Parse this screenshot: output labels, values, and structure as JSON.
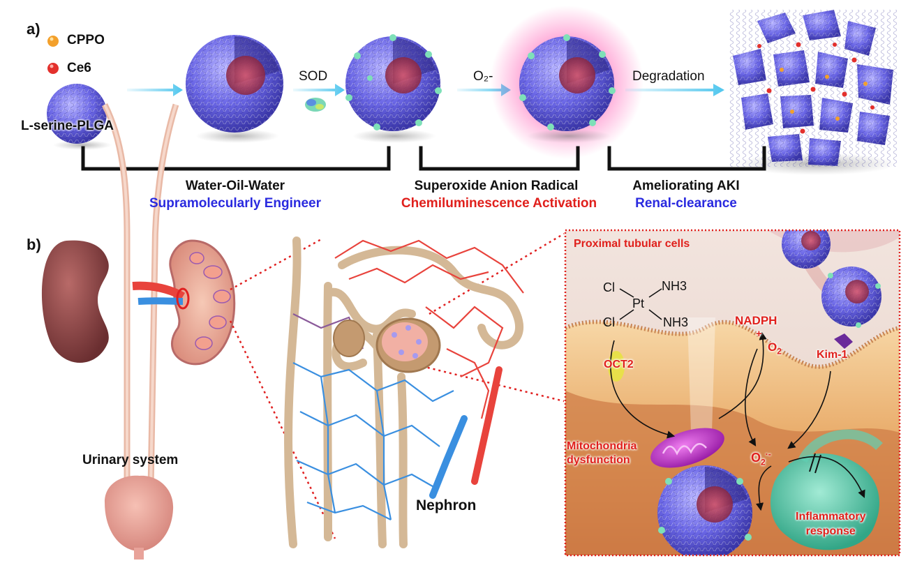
{
  "panel_a": {
    "label": "a)",
    "legend": [
      {
        "name": "CPPO",
        "color": "#f3a02b"
      },
      {
        "name": "Ce6",
        "color": "#e3302c"
      }
    ],
    "particle_label": "L-serine-PLGA",
    "steps": [
      {
        "label": ""
      },
      {
        "label": "SOD"
      },
      {
        "label": "O₂-"
      },
      {
        "label": "Degradation"
      }
    ],
    "brackets": [
      {
        "title": "Water-Oil-Water",
        "subtitle": "Supramolecularly Engineer",
        "subtitle_color": "#2a2adf"
      },
      {
        "title": "Superoxide Anion Radical",
        "subtitle": "Chemiluminescence Activation",
        "subtitle_color": "#e0201c"
      },
      {
        "title": "Ameliorating AKI",
        "subtitle": "Renal-clearance",
        "subtitle_color": "#2a2adf"
      }
    ]
  },
  "panel_b": {
    "label": "b)",
    "urinary_label": "Urinary system",
    "nephron_label": "Nephron",
    "inset": {
      "title": "Proximal tubular cells",
      "cisplatin": {
        "metal": "Pt",
        "ligands": [
          "Cl",
          "Cl",
          "NH3",
          "NH3"
        ]
      },
      "labels": {
        "nadph": "NADPH",
        "plus": "+",
        "o2": "O",
        "o2_sub": "2",
        "oct2": "OCT2",
        "kim1": "Kim-1",
        "mito_line1": "Mitochondria",
        "mito_line2": "dysfunction",
        "superoxide": "O",
        "superoxide_sub": "2",
        "superoxide_sup": "·-",
        "inflam_line1": "Inflammatory",
        "inflam_line2": "response"
      }
    }
  },
  "colors": {
    "nanoparticle": "#6b67e6",
    "core": "#c53a4a",
    "arrow": "#4fc6ee",
    "bracket": "#111111",
    "red_text": "#e0201c",
    "blue_text": "#2a2adf",
    "inset_border": "#e0201c",
    "artery": "#e8433c",
    "vein": "#3a8fe0",
    "tubule": "#d4b896",
    "kidney": "#8a4a4a",
    "bladder": "#e8a39a"
  }
}
